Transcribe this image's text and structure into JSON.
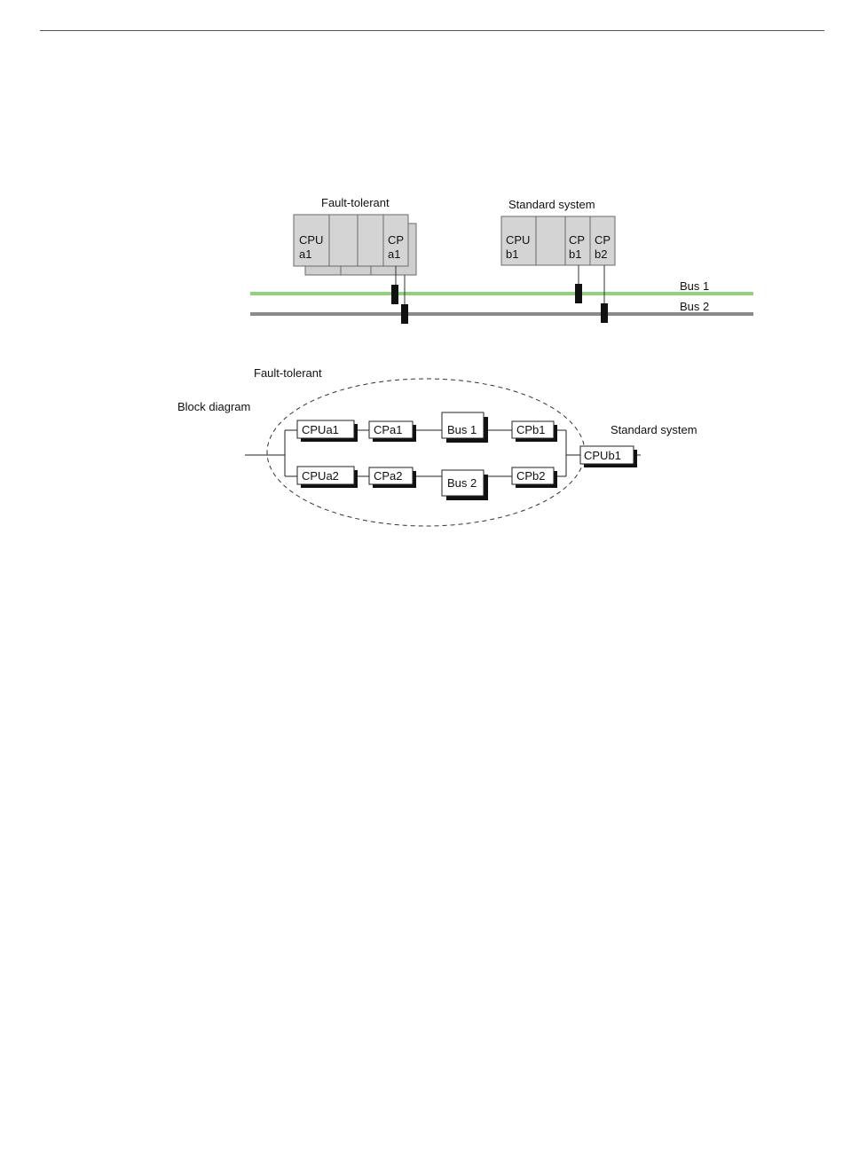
{
  "hardware_view": {
    "fault_tolerant_title": "Fault-tolerant",
    "standard_system_title": "Standard system",
    "ft_cpu_line1": "CPU",
    "ft_cpu_line2": "a1",
    "ft_cp_line1": "CP",
    "ft_cp_line2": "a1",
    "std_cpu_line1": "CPU",
    "std_cpu_line2": "b1",
    "std_cp1_line1": "CP",
    "std_cp1_line2": "b1",
    "std_cp2_line1": "CP",
    "std_cp2_line2": "b2",
    "bus1_label": "Bus 1",
    "bus2_label": "Bus 2",
    "colors": {
      "bus1": "#8fd27a",
      "bus2": "#8a8a8a",
      "module_fill": "#d4d4d4",
      "connector": "#111111"
    }
  },
  "block_diagram": {
    "fault_tolerant_label": "Fault-tolerant",
    "block_diagram_label": "Block diagram",
    "standard_system_label": "Standard system",
    "cpua1": "CPUa1",
    "cpa1": "CPa1",
    "bus1": "Bus 1",
    "cpb1": "CPb1",
    "cpua2": "CPUa2",
    "cpa2": "CPa2",
    "bus2": "Bus 2",
    "cpb2": "CPb2",
    "cpub1": "CPUb1"
  }
}
